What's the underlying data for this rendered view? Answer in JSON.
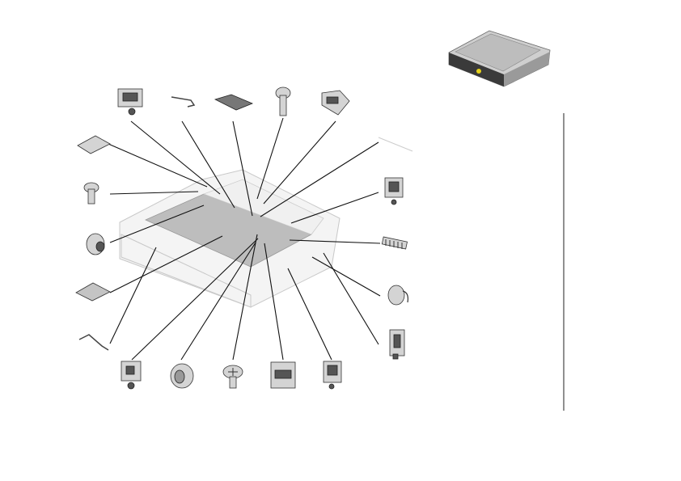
{
  "diagram": {
    "type": "exploded-parts-view",
    "colors": {
      "panel": "#bdbdbd",
      "frame": "#f4f4f4",
      "leader": "#111111",
      "accent": "#e6d21a"
    },
    "callouts": [
      {
        "part": "bracket-clip"
      },
      {
        "part": "wire-spring"
      },
      {
        "part": "rubber-pad"
      },
      {
        "part": "pin"
      },
      {
        "part": "latch"
      },
      {
        "part": "flat-cable"
      },
      {
        "part": "plate"
      },
      {
        "part": "pin"
      },
      {
        "part": "screw-grommet"
      },
      {
        "part": "insulator-sheet"
      },
      {
        "part": "wire-spring"
      },
      {
        "part": "bracket-clip"
      },
      {
        "part": "grommet"
      },
      {
        "part": "screw"
      },
      {
        "part": "connector"
      },
      {
        "part": "bracket-clip"
      },
      {
        "part": "bracket-clip"
      },
      {
        "part": "coil-spring"
      },
      {
        "part": "torsion-spring"
      },
      {
        "part": "bracket-clip"
      }
    ]
  }
}
